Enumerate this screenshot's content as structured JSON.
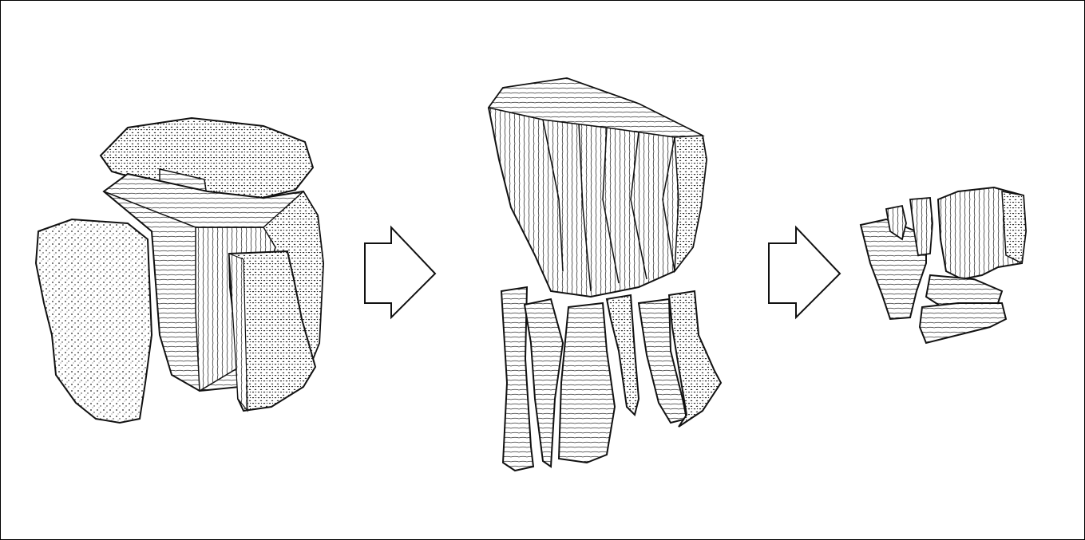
{
  "diagram": {
    "stages": [
      {
        "id": "core-preparation",
        "icon": "stone-core-with-removed-cortex-flakes"
      },
      {
        "id": "blade-removal",
        "icon": "prismatic-core-and-blades"
      },
      {
        "id": "exhausted-core",
        "icon": "exhausted-core-fragments"
      }
    ],
    "arrows": 2,
    "colors": {
      "line": "#1a1a1a",
      "background": "#ffffff",
      "frame": "#000000"
    }
  }
}
